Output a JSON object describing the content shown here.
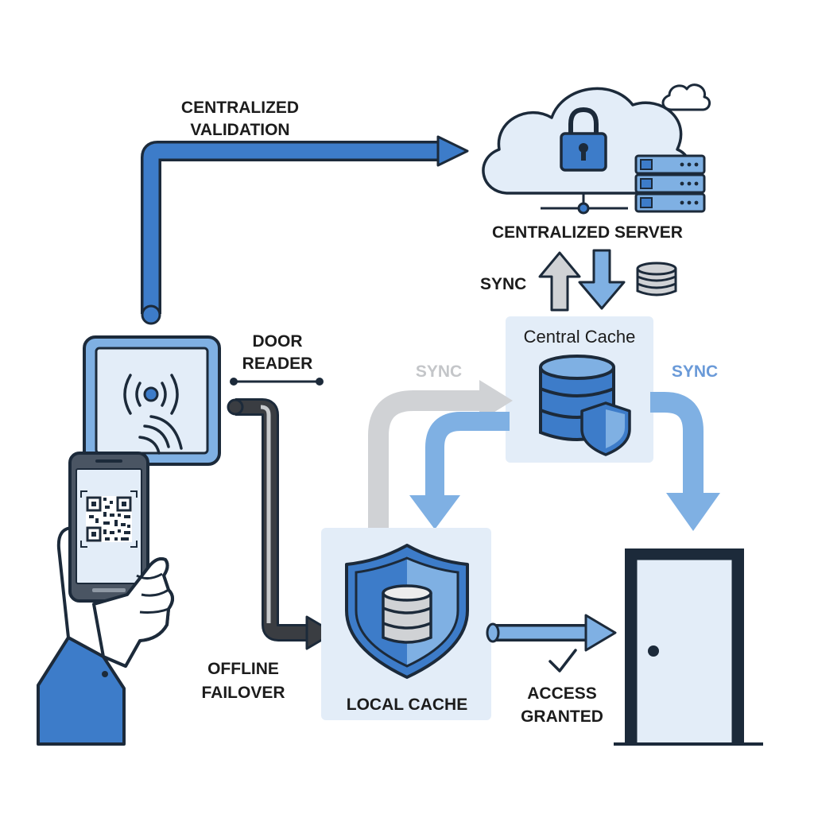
{
  "labels": {
    "centralized_validation": [
      "CENTRALIZED",
      "VALIDATION"
    ],
    "centralized_server": "CENTRALIZED SERVER",
    "sync_left": "SYNC",
    "central_cache": "Central Cache",
    "sync_grey": "SYNC",
    "sync_blue": "SYNC",
    "door_reader": [
      "DOOR",
      "READER"
    ],
    "offline_failover": [
      "OFFLINE",
      "FAILOVER"
    ],
    "local_cache": "LOCAL CACHE",
    "access_granted": [
      "ACCESS",
      "GRANTED"
    ]
  },
  "colors": {
    "primary_blue": "#3d7cc9",
    "light_blue": "#7fb0e3",
    "panel_bg": "#e3edf8",
    "outline": "#1c2a3a",
    "grey_arrow": "#d0d2d5",
    "dark_arrow": "#3a3d42"
  },
  "icons": [
    "cloud-icon",
    "padlock-icon",
    "server-rack-icon",
    "database-icon",
    "shield-icon",
    "rfid-reader-icon",
    "smartphone-icon",
    "qr-code-icon",
    "hand-icon",
    "door-icon",
    "checkmark-icon"
  ]
}
